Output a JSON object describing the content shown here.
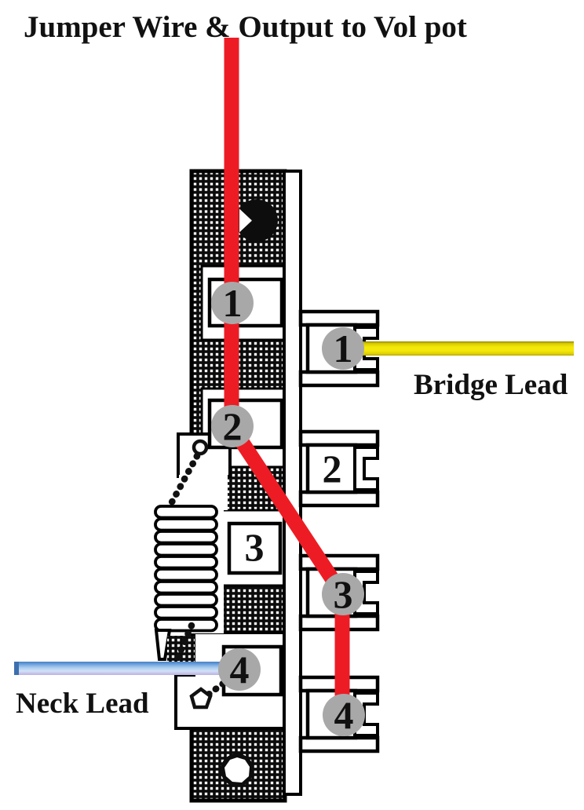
{
  "labels": {
    "title": "Jumper Wire & Output to Vol pot",
    "bridge_lead": "Bridge Lead",
    "neck_lead": "Neck Lead"
  },
  "terminals": {
    "left": [
      {
        "number": "1",
        "marker": "gray-circle"
      },
      {
        "number": "2",
        "marker": "gray-circle"
      },
      {
        "number": "3",
        "marker": "plain-square"
      },
      {
        "number": "4",
        "marker": "gray-circle"
      }
    ],
    "right": [
      {
        "number": "1",
        "marker": "gray-circle"
      },
      {
        "number": "2",
        "marker": "plain-square"
      },
      {
        "number": "3",
        "marker": "gray-circle"
      },
      {
        "number": "4",
        "marker": "gray-circle"
      }
    ]
  },
  "wires": {
    "jumper_color": "#ed1c24",
    "bridge_color": "#f2e60a",
    "neck_color": "#8ab8e6"
  },
  "colors": {
    "terminal_marker": "#a8a8a8",
    "body": "#0b0b0b"
  }
}
